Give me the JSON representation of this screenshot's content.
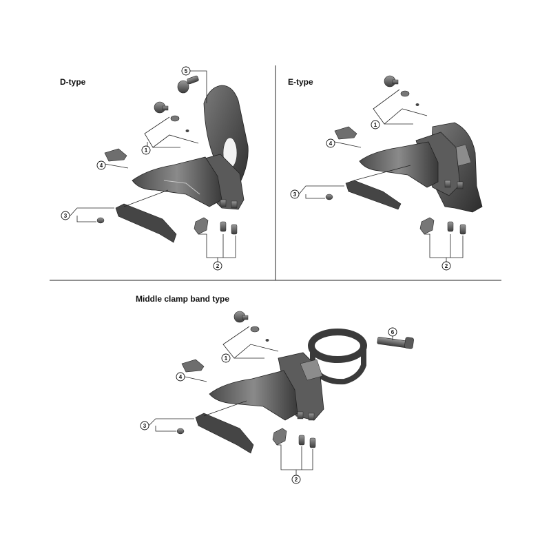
{
  "panels": {
    "d_type": {
      "title": "D-type"
    },
    "e_type": {
      "title": "E-type"
    },
    "middle_clamp": {
      "title": "Middle clamp band type"
    }
  },
  "callouts": {
    "c1": "1",
    "c2": "2",
    "c3": "3",
    "c4": "4",
    "c5": "5",
    "c6": "6"
  },
  "colors": {
    "part_dark": "#3a3a3a",
    "part_mid": "#6b6b6b",
    "part_light": "#a9a9a9",
    "line": "#222222"
  }
}
